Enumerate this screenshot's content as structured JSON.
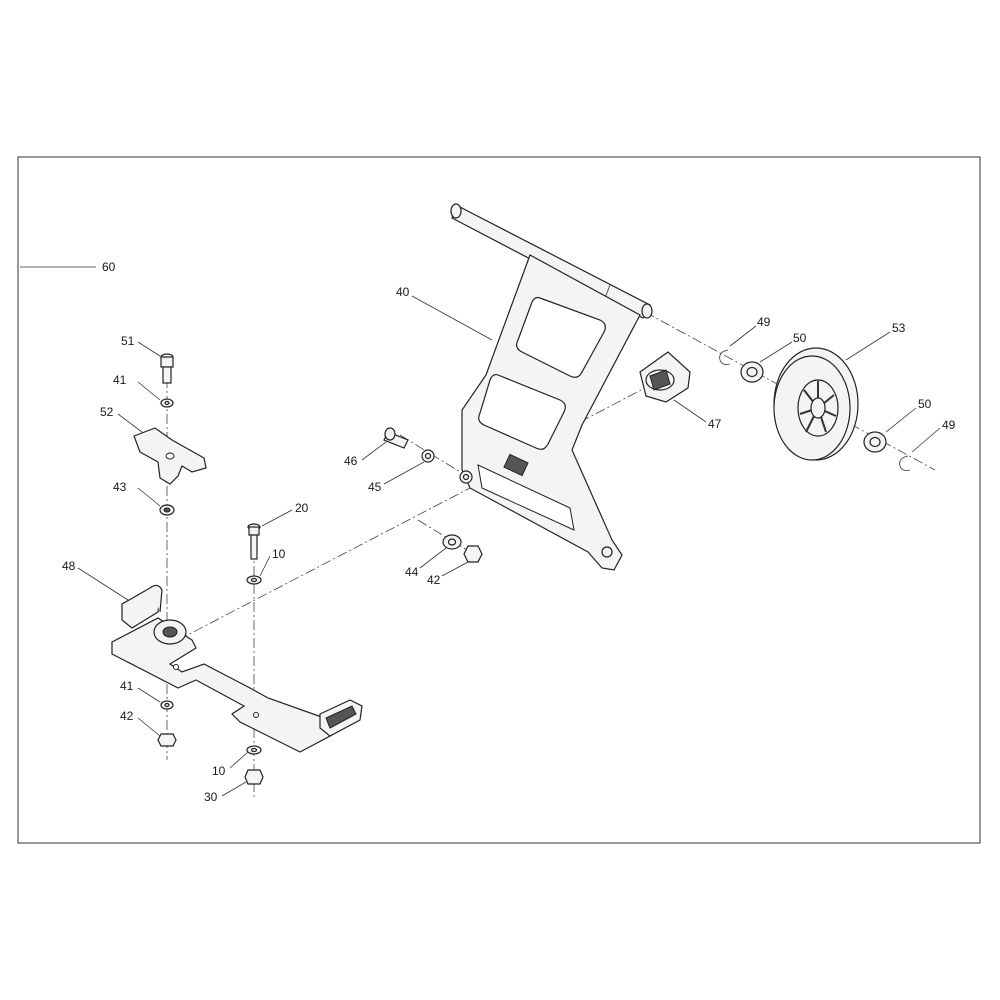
{
  "callouts": {
    "c60": "60",
    "c40": "40",
    "c51": "51",
    "c41a": "41",
    "c52": "52",
    "c43": "43",
    "c48": "48",
    "c41b": "41",
    "c42a": "42",
    "c20": "20",
    "c10a": "10",
    "c10b": "10",
    "c30": "30",
    "c46": "46",
    "c45": "45",
    "c44": "44",
    "c42b": "42",
    "c47": "47",
    "c49a": "49",
    "c50a": "50",
    "c53": "53",
    "c50b": "50",
    "c49b": "49"
  }
}
